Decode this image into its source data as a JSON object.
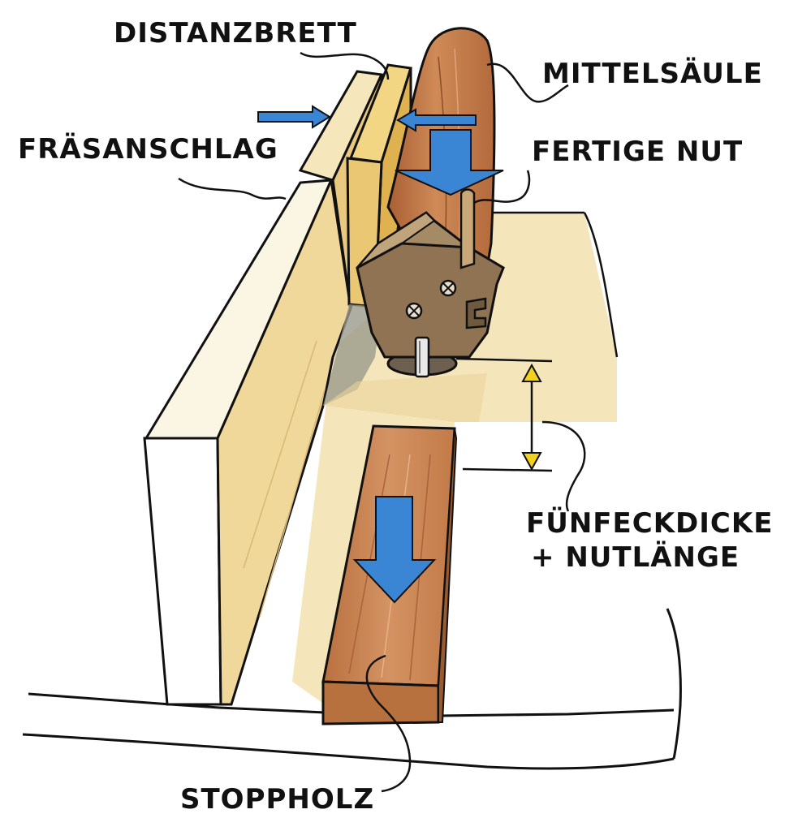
{
  "labels": {
    "distanzbrett": "DISTANZBRETT",
    "mittelsaeule": "MITTELSÄULE",
    "fraesanschlag": "FRÄSANSCHLAG",
    "fertige_nut": "FERTIGE NUT",
    "fuenfeckdicke_line1": "FÜNFECKDICKE",
    "fuenfeckdicke_line2": "+ NUTLÄNGE",
    "stoppholz": "STOPPHOLZ"
  },
  "colors": {
    "arrow_blue": "#3a86d4",
    "dimension_yellow": "#f2d21a",
    "light_wood": "#f1dfaf",
    "stop_block": "#c9814f",
    "column": "#c07443",
    "pentagon_jig": "#8f7352",
    "outline": "#111111"
  },
  "icons": {
    "direction_arrows": "blue-arrow",
    "dimension_markers": "yellow-triangle"
  }
}
